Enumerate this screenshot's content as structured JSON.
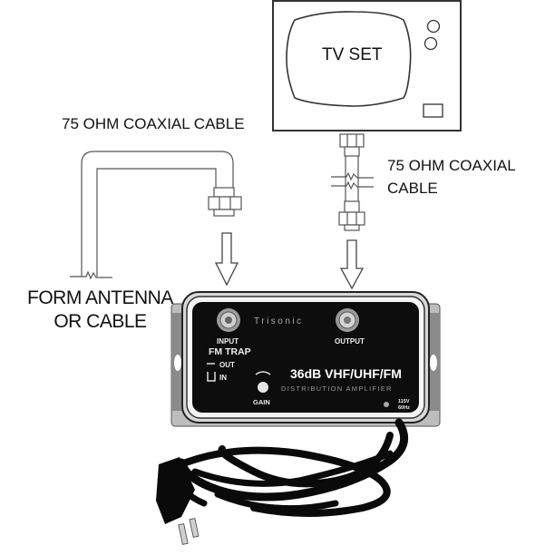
{
  "diagram": {
    "tv": {
      "label": "TV SET"
    },
    "cables": {
      "input_cable_label": "75  OHM COAXIAL CABLE",
      "output_cable_label_line1": "75  OHM COAXIAL",
      "output_cable_label_line2": "CABLE"
    },
    "source": {
      "line1": "FORM ANTENNA",
      "line2": "OR CABLE"
    },
    "amplifier": {
      "brand": "Trisonic",
      "input_label": "INPUT",
      "output_label": "OUTPUT",
      "fm_trap_label": "FM TRAP",
      "fm_trap_out": "OUT",
      "fm_trap_in": "IN",
      "model": "36dB VHF/UHF/FM",
      "subtitle": "DISTRIBUTION AMPLIFIER",
      "gain_label": "GAIN",
      "voltage": "115V",
      "frequency": "60Hz"
    },
    "colors": {
      "line": "#444444",
      "amp_body": "#0d0d0d",
      "chrome": "#c8c8c8",
      "background": "#ffffff"
    }
  }
}
